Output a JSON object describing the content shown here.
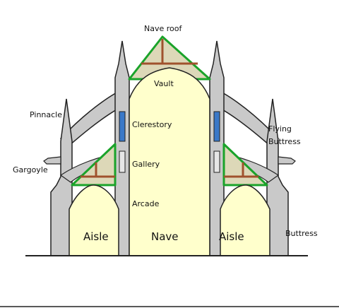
{
  "labels": {
    "nave_roof": "Nave roof",
    "vault": "Vault",
    "pinnacle": "Pinnacle",
    "clerestory": "Clerestory",
    "flying_buttress_1": "Flying",
    "flying_buttress_2": "Buttress",
    "gallery": "Gallery",
    "gargoyle": "Gargoyle",
    "arcade": "Arcade",
    "aisle_left": "Aisle",
    "nave": "Nave",
    "aisle_right": "Aisle",
    "buttress": "Buttress"
  },
  "colors": {
    "stone": "#c9c9c9",
    "interior": "#ffffcc",
    "roof_fill": "#ddd8b8",
    "roof_edge": "#1aa32a",
    "truss": "#a0522d",
    "window": "#3a78c8",
    "outline": "#222222"
  }
}
